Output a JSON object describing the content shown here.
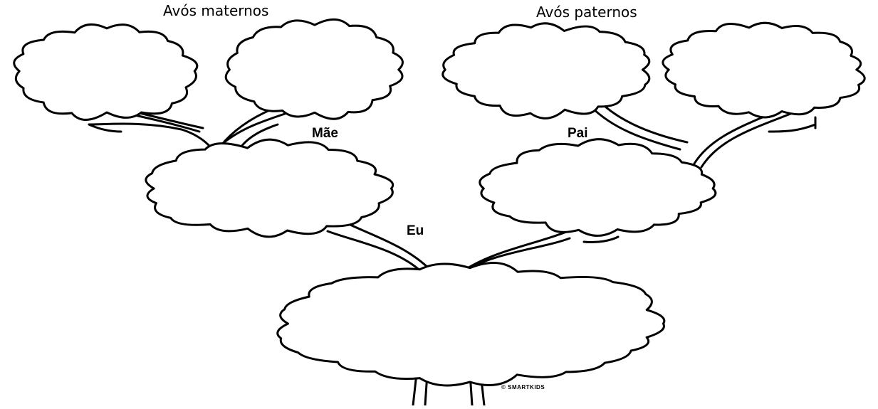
{
  "labels": {
    "maternal_grandparents": "Avós maternos",
    "paternal_grandparents": "Avós paternos",
    "mother": "Mãe",
    "father": "Pai",
    "me": "Eu",
    "credit": "© SMARTKIDS"
  },
  "colors": {
    "ink": "#000000",
    "fill": "#ffffff"
  }
}
